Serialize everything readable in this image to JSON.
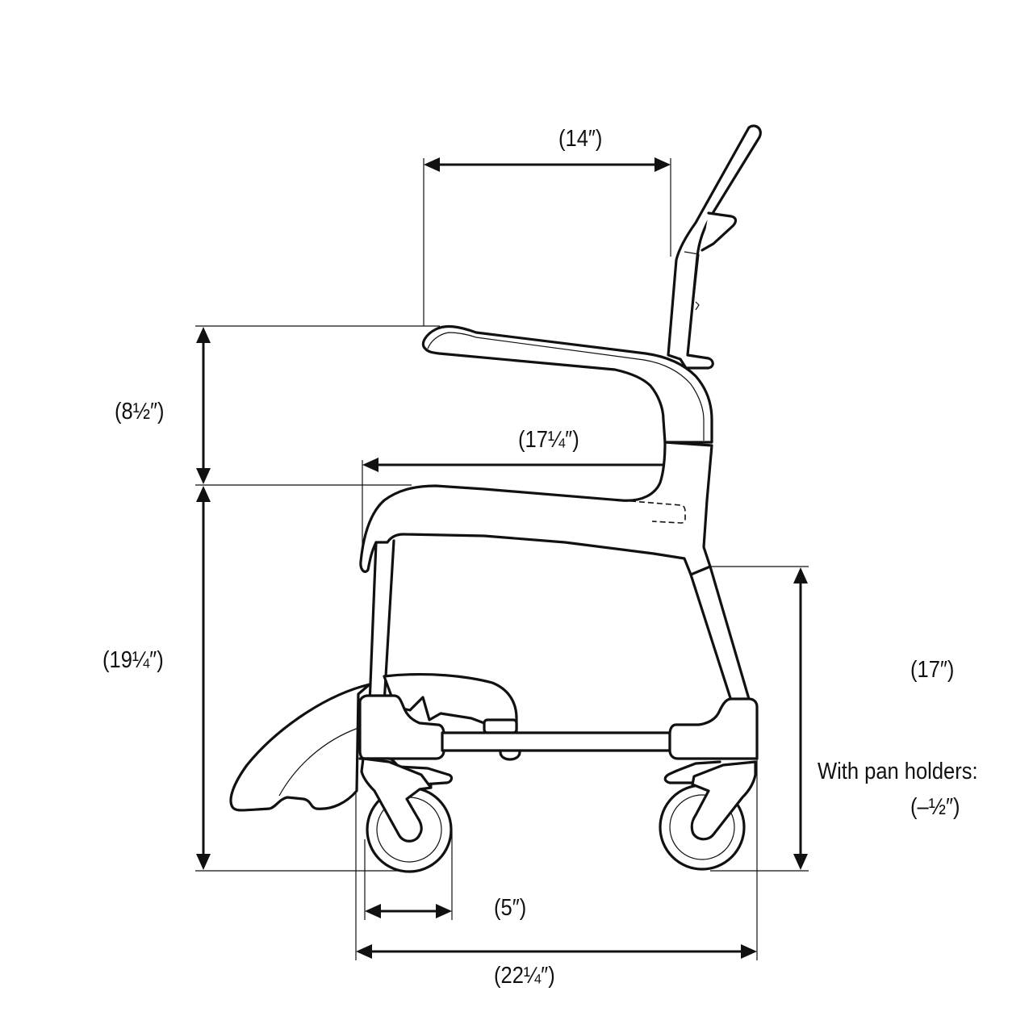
{
  "diagram": {
    "subject": "Shower commode chair side view with dimensions",
    "dimensions": {
      "backrest_width": "(14″)",
      "armrest_height": "(8½″)",
      "seat_depth": "(17¼″)",
      "seat_height": "(19¼″)",
      "frame_clearance": "(17″)",
      "pan_holder_note": "With pan holders:",
      "pan_holder_value": "(–½″)",
      "caster_diameter": "(5″)",
      "overall_length": "(22¼″)"
    },
    "colors": {
      "line": "#111111",
      "background": "#ffffff"
    }
  }
}
